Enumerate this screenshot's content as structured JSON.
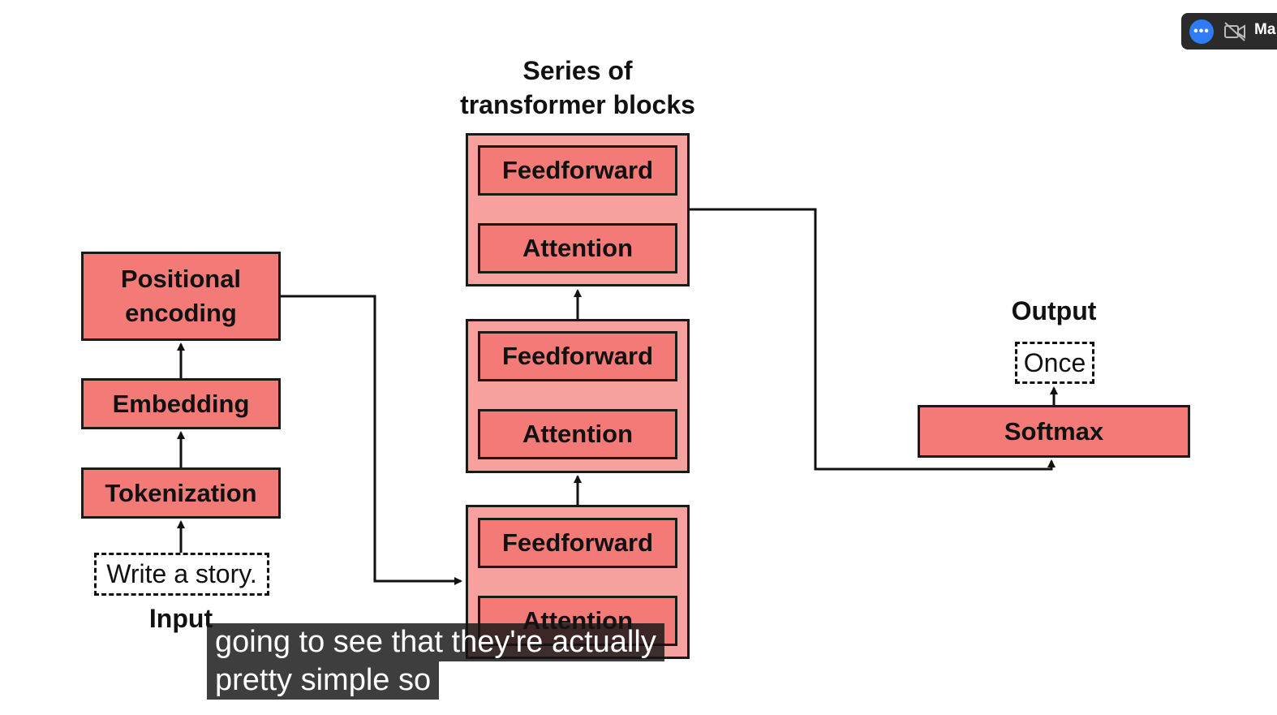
{
  "diagram": {
    "blocks_title": "Series of\ntransformer blocks",
    "output_title": "Output",
    "input_title": "Input",
    "positional_encoding": "Positional\nencoding",
    "embedding": "Embedding",
    "tokenization": "Tokenization",
    "input_text": "Write a story.",
    "softmax": "Softmax",
    "output_text": "Once",
    "block_top": {
      "feedforward": "Feedforward",
      "attention": "Attention"
    },
    "block_middle": {
      "feedforward": "Feedforward",
      "attention": "Attention"
    },
    "block_bottom": {
      "feedforward": "Feedforward",
      "attention": "Attention"
    }
  },
  "caption": {
    "line1": "going to see that they're actually",
    "line2": "pretty simple so"
  },
  "meeting_controls": {
    "more_icon": "more-dots-icon",
    "camera_icon": "video-off-icon",
    "name_fragment": "Ma"
  }
}
